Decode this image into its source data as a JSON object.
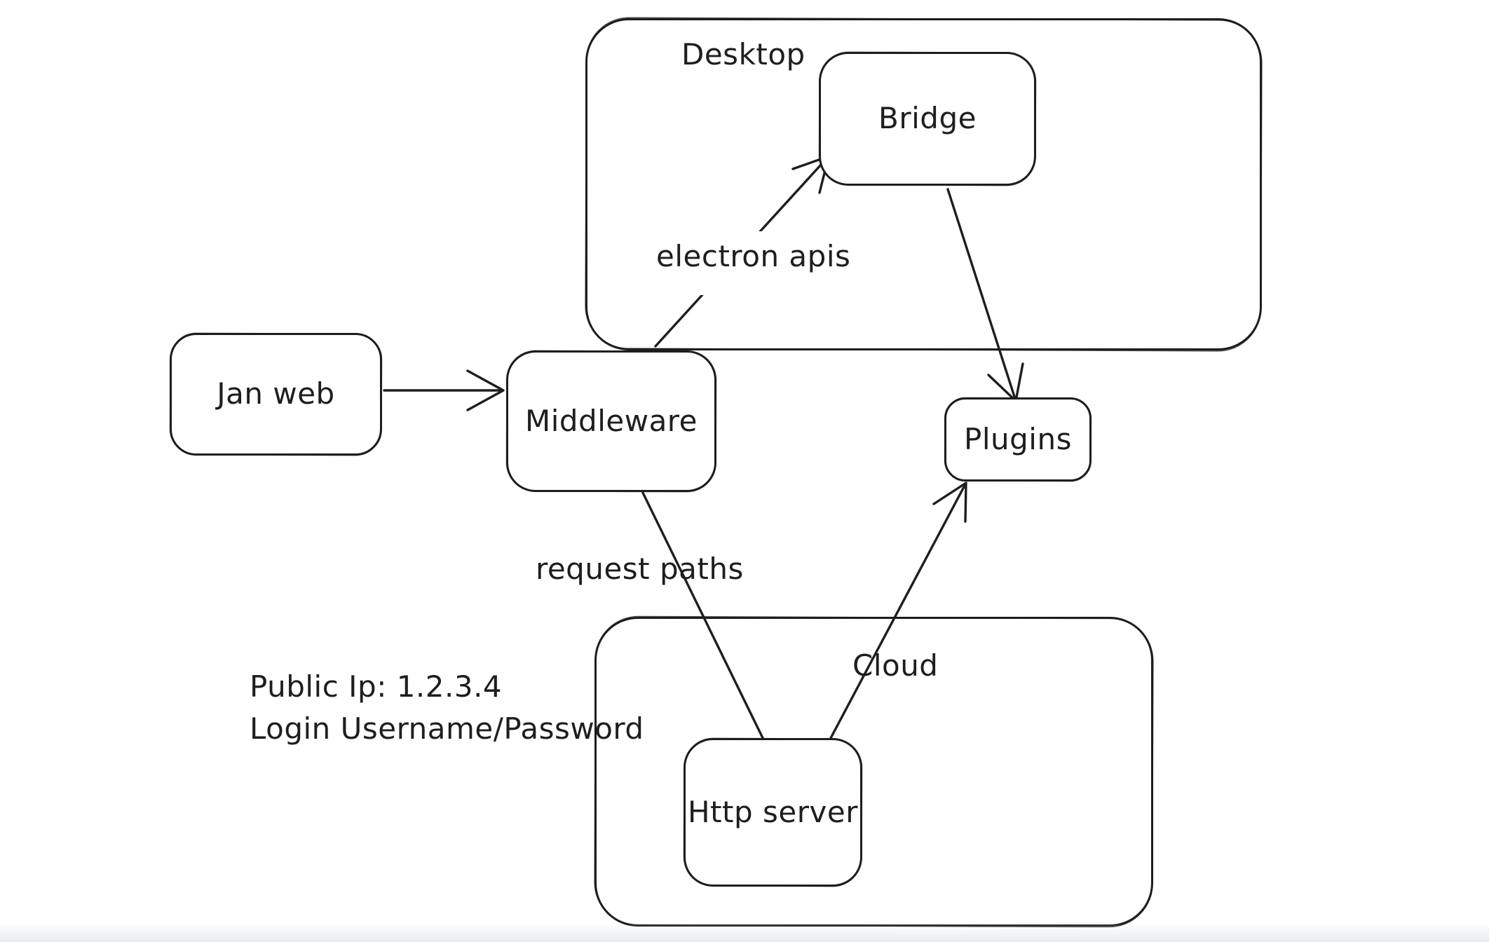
{
  "canvas": {
    "background": "#ffffff",
    "stroke_color": "#1e1e1e"
  },
  "containers": {
    "desktop": {
      "label": "Desktop"
    },
    "cloud": {
      "label": "Cloud"
    }
  },
  "nodes": {
    "jan_web": {
      "label": "Jan web"
    },
    "middleware": {
      "label": "Middleware"
    },
    "bridge": {
      "label": "Bridge"
    },
    "plugins": {
      "label": "Plugins"
    },
    "http_server": {
      "label": "Http server"
    }
  },
  "edges": [
    {
      "from": "jan_web",
      "to": "middleware",
      "label": "",
      "arrowhead": "open"
    },
    {
      "from": "middleware",
      "to": "bridge",
      "label": "electron apis",
      "arrowhead": "open"
    },
    {
      "from": "bridge",
      "to": "plugins",
      "label": "",
      "arrowhead": "open"
    },
    {
      "from": "middleware",
      "to": "http_server",
      "label": "request paths",
      "arrowhead": "none"
    },
    {
      "from": "http_server",
      "to": "plugins",
      "label": "",
      "arrowhead": "open"
    }
  ],
  "annotation": {
    "line1": "Public Ip: 1.2.3.4",
    "line2": "Login Username/Password"
  }
}
